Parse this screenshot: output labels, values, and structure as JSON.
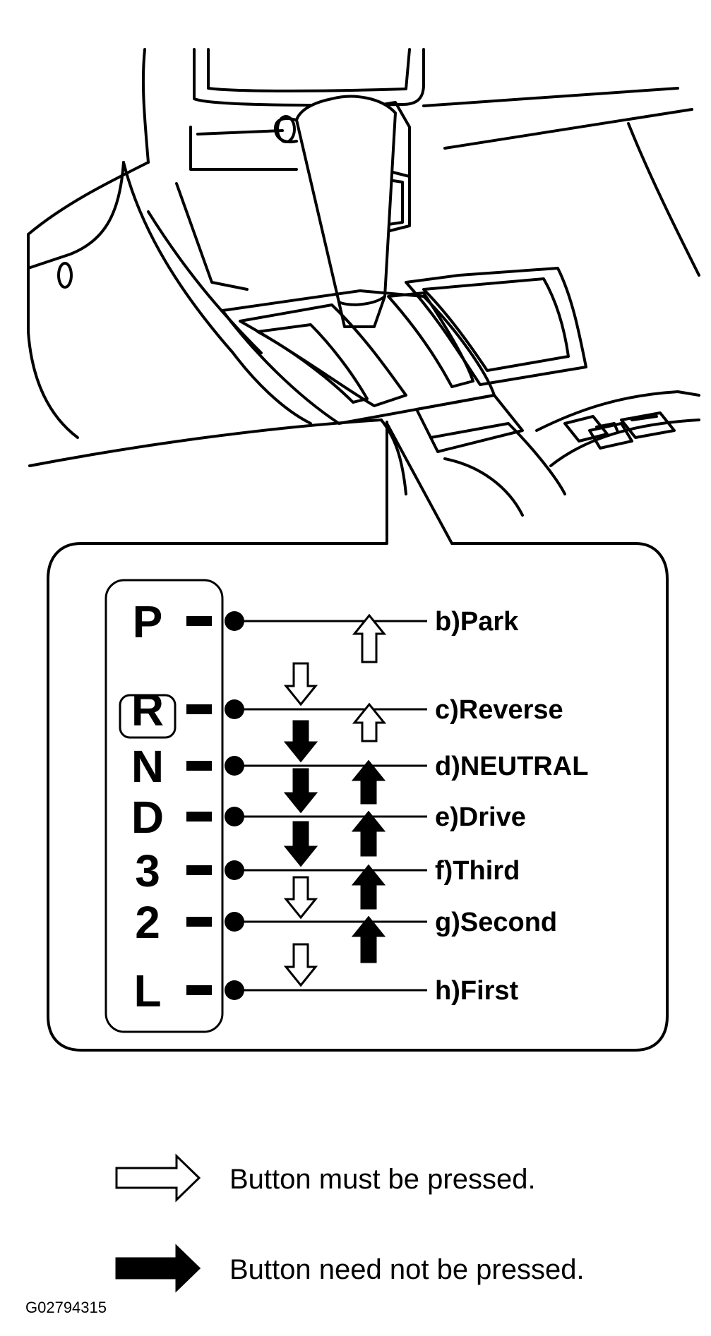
{
  "gear_positions": [
    {
      "letter": "P",
      "label": "b)Park"
    },
    {
      "letter": "R",
      "label": "c)Reverse"
    },
    {
      "letter": "N",
      "label": "d)NEUTRAL"
    },
    {
      "letter": "D",
      "label": "e)Drive"
    },
    {
      "letter": "3",
      "label": "f)Third"
    },
    {
      "letter": "2",
      "label": "g)Second"
    },
    {
      "letter": "L",
      "label": "h)First"
    }
  ],
  "legend": {
    "pressed": "Button must be pressed.",
    "not_pressed": "Button need not be pressed."
  },
  "figure_id": "G02794315"
}
